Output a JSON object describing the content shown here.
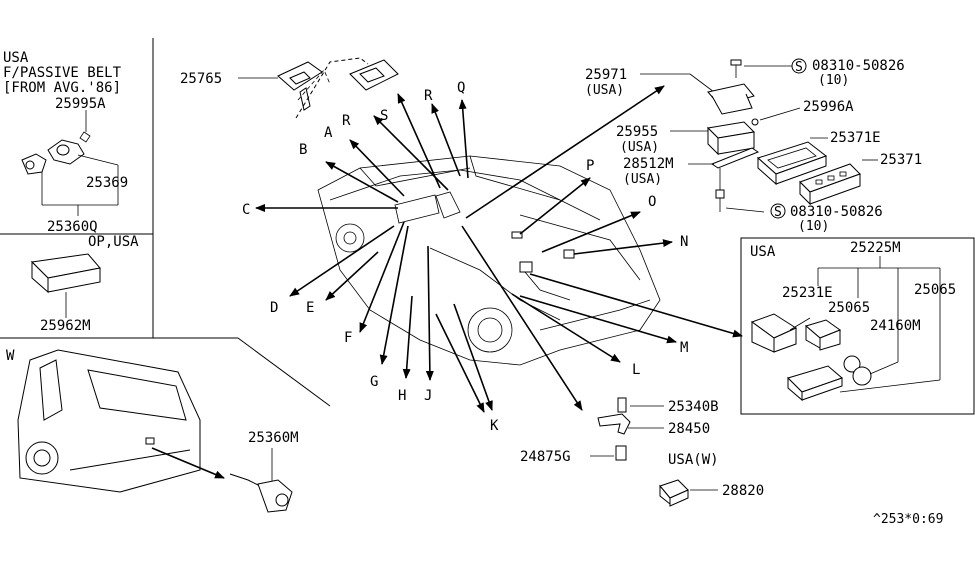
{
  "panels": {
    "usa_belt": {
      "line1": "USA",
      "line2": "F/PASSIVE BELT",
      "line3": "[FROM AVG.'86]"
    },
    "op_usa": "OP,USA",
    "wagon": "W",
    "usa_relay": "USA",
    "usa_w": "USA(W)"
  },
  "parts": {
    "p25995A": "25995A",
    "p25369": "25369",
    "p25360Q": "25360Q",
    "p25962M": "25962M",
    "p25360M": "25360M",
    "p25765": "25765",
    "p25971": "25971",
    "p25971_note": "(USA)",
    "p08310_top": "08310-50826",
    "p08310_top_qty": "(10)",
    "p25996A": "25996A",
    "p25955": "25955",
    "p25955_note": "(USA)",
    "p25371E": "25371E",
    "p28512M": "28512M",
    "p28512M_note": "(USA)",
    "p25371": "25371",
    "p08310_bot": "08310-50826",
    "p08310_bot_qty": "(10)",
    "p25225M": "25225M",
    "p25231E": "25231E",
    "p25065a": "25065",
    "p25065b": "25065",
    "p24160M": "24160M",
    "p25340B": "25340B",
    "p28450": "28450",
    "p24875G": "24875G",
    "p28820": "28820"
  },
  "callouts": {
    "A": "A",
    "B": "B",
    "C": "C",
    "D": "D",
    "E": "E",
    "F": "F",
    "G": "G",
    "H": "H",
    "J": "J",
    "K": "K",
    "L": "L",
    "M": "M",
    "N": "N",
    "O": "O",
    "P": "P",
    "Q": "Q",
    "R1": "R",
    "R2": "R",
    "S": "S"
  },
  "screw_marker": "S",
  "diagram_code": "^253*0:69"
}
